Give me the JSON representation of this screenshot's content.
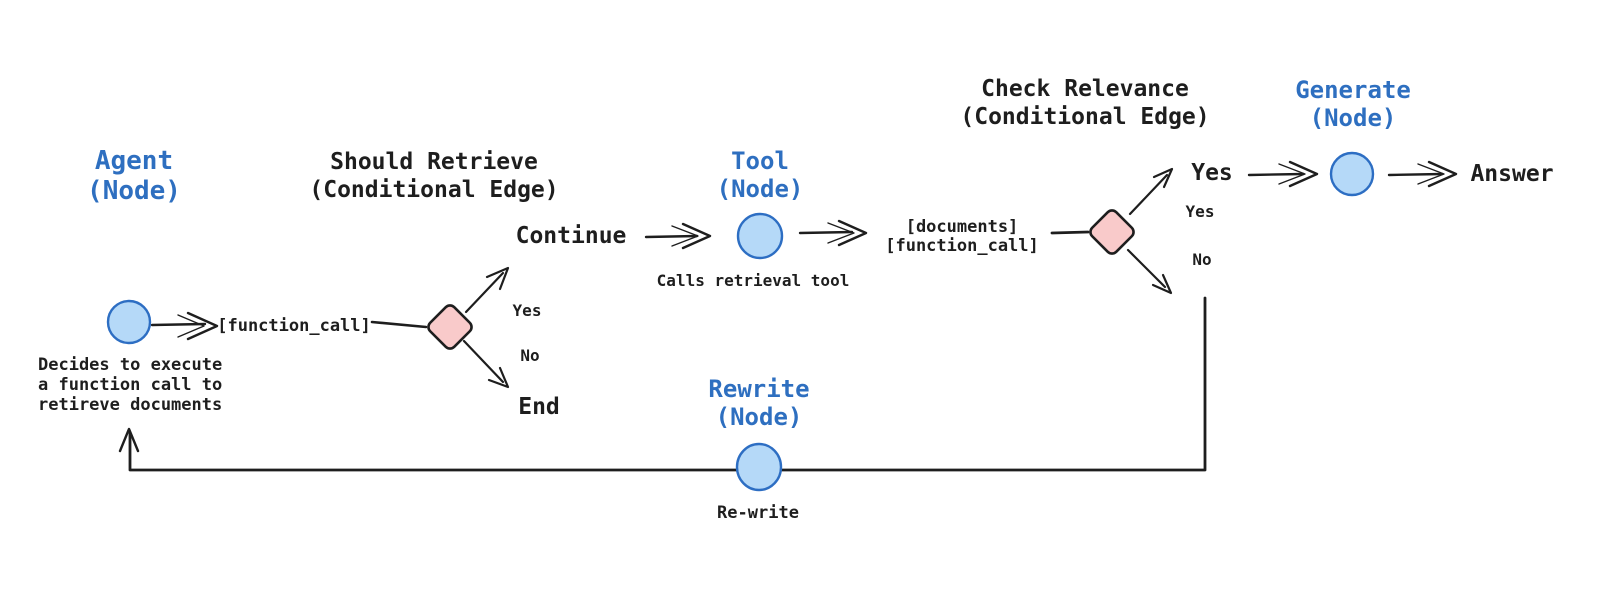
{
  "colors": {
    "background": "#ffffff",
    "ink": "#1e1e1e",
    "accent_blue": "#2e6fc0",
    "node_fill": "#b5d9f8",
    "node_stroke": "#2d6ec3",
    "diamond_fill": "#f9caca",
    "diamond_stroke": "#1e1e1e"
  },
  "nodes": {
    "agent": {
      "label": "Agent\n(Node)",
      "caption": "Decides to execute\na function call to\nretireve documents"
    },
    "tool": {
      "label": "Tool\n(Node)",
      "caption": "Calls retrieval tool"
    },
    "generate": {
      "label": "Generate\n(Node)"
    },
    "rewrite": {
      "label": "Rewrite\n(Node)",
      "caption": "Re-write"
    }
  },
  "conditional_edges": {
    "should_retrieve": {
      "heading": "Should Retrieve\n(Conditional Edge)",
      "yes_label": "Yes",
      "no_label": "No",
      "yes_target": "Continue",
      "no_target": "End"
    },
    "check_relevance": {
      "heading": "Check Relevance\n(Conditional Edge)",
      "yes_label": "Yes",
      "no_label": "No",
      "yes_target": "Yes",
      "result": "Answer"
    }
  },
  "state_labels": {
    "function_call": "[function_call]",
    "documents": "[documents]\n[function_call]"
  }
}
